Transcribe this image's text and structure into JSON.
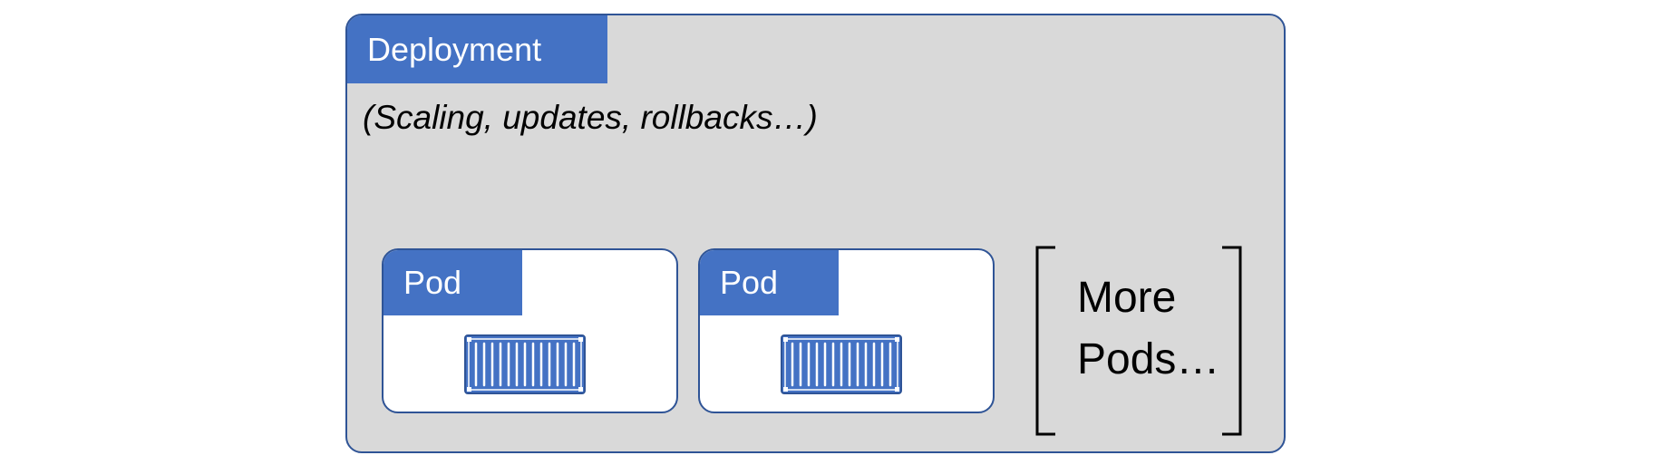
{
  "deployment": {
    "title": "Deployment",
    "subtitle": "(Scaling, updates, rollbacks…)"
  },
  "pods": [
    {
      "label": "Pod",
      "icon": "container-icon"
    },
    {
      "label": "Pod",
      "icon": "container-icon"
    }
  ],
  "more_pods": {
    "line1": "More",
    "line2": "Pods…"
  },
  "colors": {
    "accent": "#4472c4",
    "border": "#2f5496",
    "panel": "#d9d9d9"
  }
}
